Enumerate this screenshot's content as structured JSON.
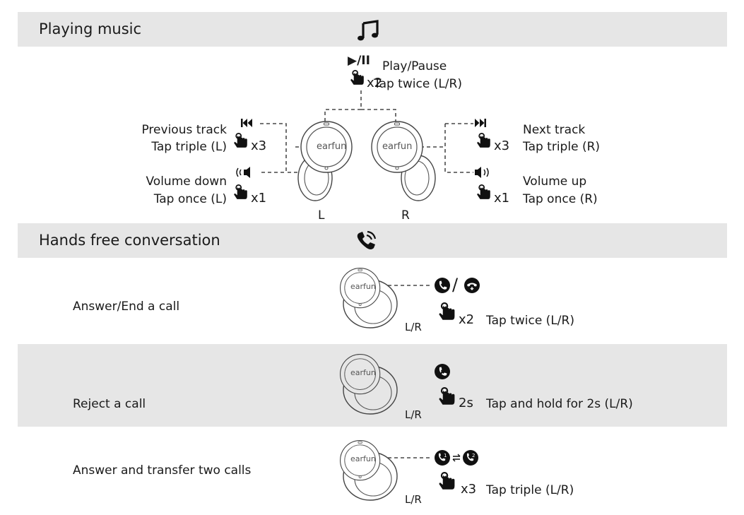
{
  "music": {
    "title": "Playing music",
    "play_pause": {
      "icon_text": "▶/II",
      "label": "Play/Pause",
      "count": "x2",
      "action": "Tap twice (L/R)"
    },
    "previous": {
      "label": "Previous track",
      "action": "Tap triple (L)",
      "count": "x3"
    },
    "volume_down": {
      "label": "Volume down",
      "action": "Tap once (L)",
      "count": "x1"
    },
    "next": {
      "label": "Next track",
      "action": "Tap triple (R)",
      "count": "x3"
    },
    "volume_up": {
      "label": "Volume up",
      "action": "Tap once (R)",
      "count": "x1"
    },
    "left_label": "L",
    "right_label": "R",
    "brand": "earfun"
  },
  "calls": {
    "title": "Hands free conversation",
    "rows": [
      {
        "label": "Answer/End a call",
        "count": "x2",
        "action": "Tap twice (L/R)",
        "side": "L/R"
      },
      {
        "label": "Reject a call",
        "count": "2s",
        "action": "Tap and hold for 2s (L/R)",
        "side": "L/R"
      },
      {
        "label": "Answer and transfer two calls",
        "count": "x3",
        "action": "Tap triple (L/R)",
        "side": "L/R"
      }
    ]
  },
  "icons": {
    "music": "music-note-icon",
    "phone": "phone-ringing-icon",
    "tap": "tap-hand-icon",
    "prev": "previous-track-icon",
    "next": "next-track-icon",
    "vol_down": "volume-down-icon",
    "vol_up": "volume-up-icon",
    "answer": "phone-answer-icon",
    "hangup": "phone-hangup-icon",
    "reject": "phone-reject-icon",
    "transfer": "call-transfer-icon"
  }
}
